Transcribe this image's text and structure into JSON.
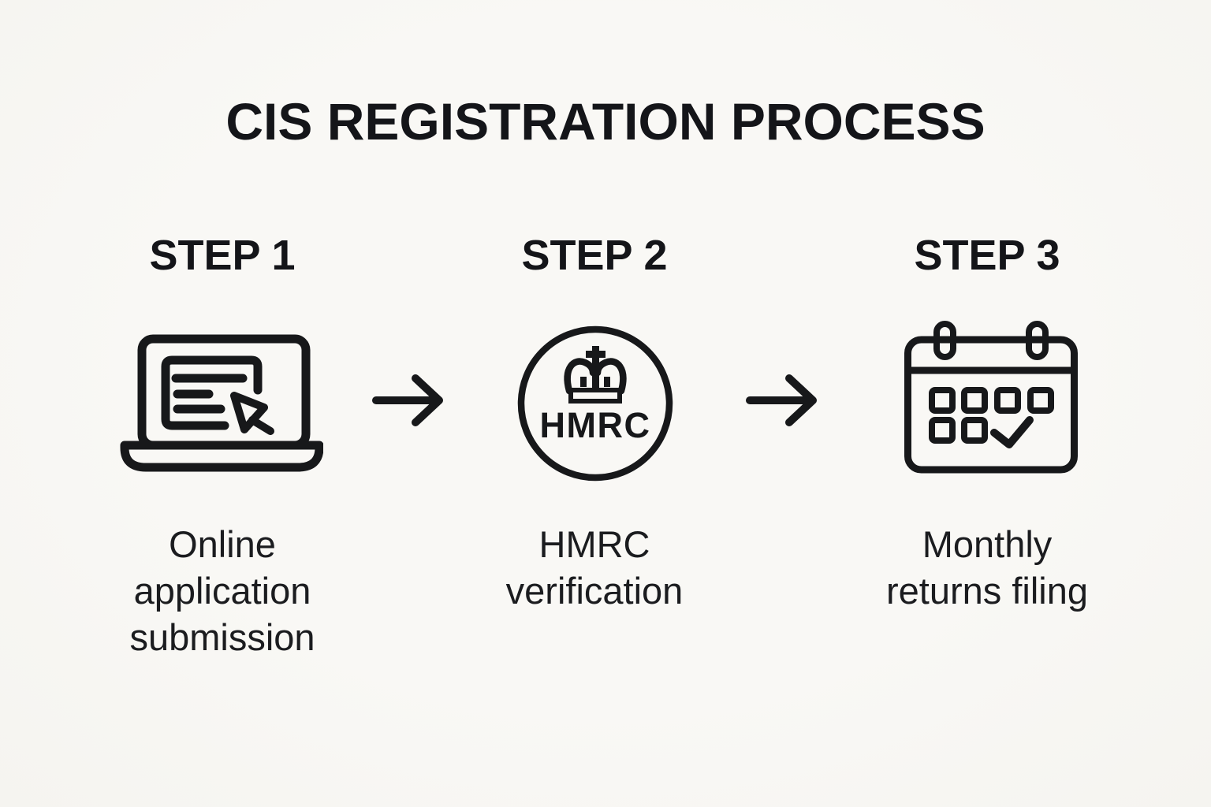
{
  "title": "CIS REGISTRATION PROCESS",
  "steps": [
    {
      "label": "STEP 1",
      "icon": "laptop-online-application-icon",
      "caption": "Online\napplication\nsubmission"
    },
    {
      "label": "STEP 2",
      "icon": "hmrc-crown-badge-icon",
      "logo_text": "HMRC",
      "caption": "HMRC\nverification"
    },
    {
      "label": "STEP 3",
      "icon": "calendar-check-icon",
      "caption": "Monthly\nreturns filing"
    }
  ],
  "arrows": [
    "right-arrow-icon",
    "right-arrow-icon"
  ],
  "colors": {
    "background": "#f8f7f4",
    "ink": "#17181a"
  }
}
